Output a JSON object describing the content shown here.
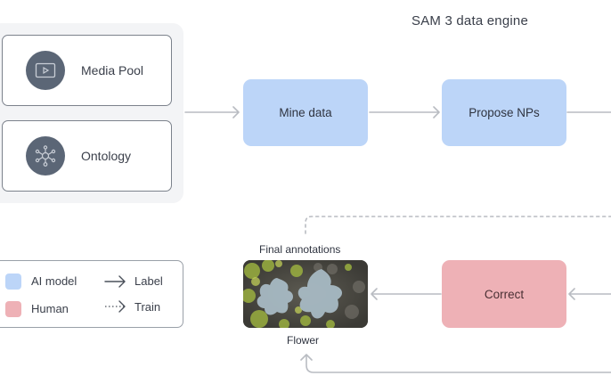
{
  "title": "SAM 3 data engine",
  "sources": [
    {
      "label": "Media Pool",
      "icon": "video-play-icon"
    },
    {
      "label": "Ontology",
      "icon": "network-graph-icon"
    }
  ],
  "nodes": {
    "mine_data": {
      "label": "Mine data",
      "type": "AI model"
    },
    "propose_nps": {
      "label": "Propose NPs",
      "type": "AI model"
    },
    "correct": {
      "label": "Correct",
      "type": "Human"
    }
  },
  "final": {
    "heading": "Final annotations",
    "caption": "Flower"
  },
  "legend": {
    "ai_model": "AI model",
    "human": "Human",
    "label": "Label",
    "train": "Train"
  },
  "colors": {
    "ai_model": "#bcd5f8",
    "human": "#eeb1b6",
    "arrow": "#b9bcc2",
    "icon_bg": "#5b6676"
  }
}
